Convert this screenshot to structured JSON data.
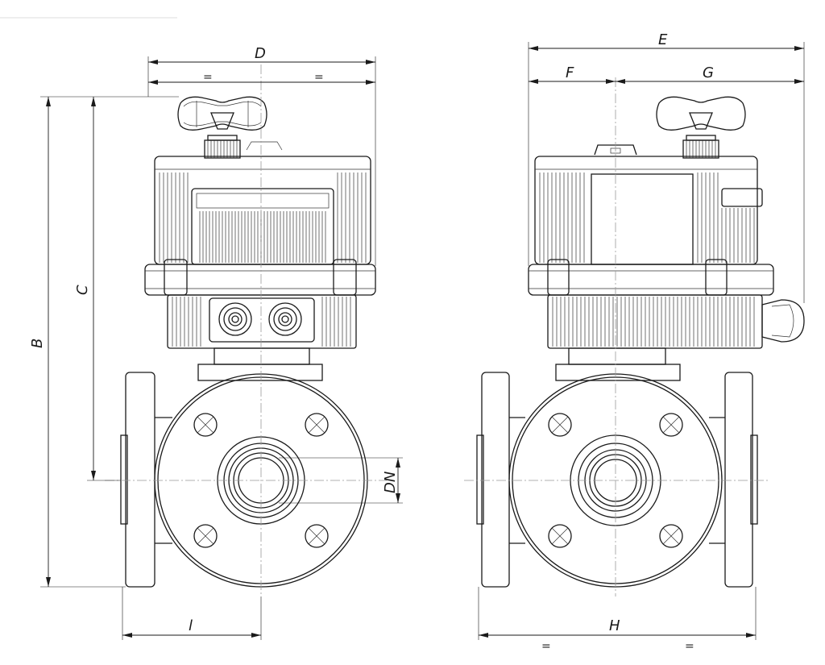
{
  "dimension_labels": {
    "B": "B",
    "C": "C",
    "D": "D",
    "DN": "DN",
    "l": "l",
    "E": "E",
    "F": "F",
    "G": "G",
    "H": "H"
  },
  "equal_marks": {
    "front_top_left": "=",
    "front_top_right": "=",
    "side_bottom_left": "=",
    "side_bottom_right": "="
  }
}
